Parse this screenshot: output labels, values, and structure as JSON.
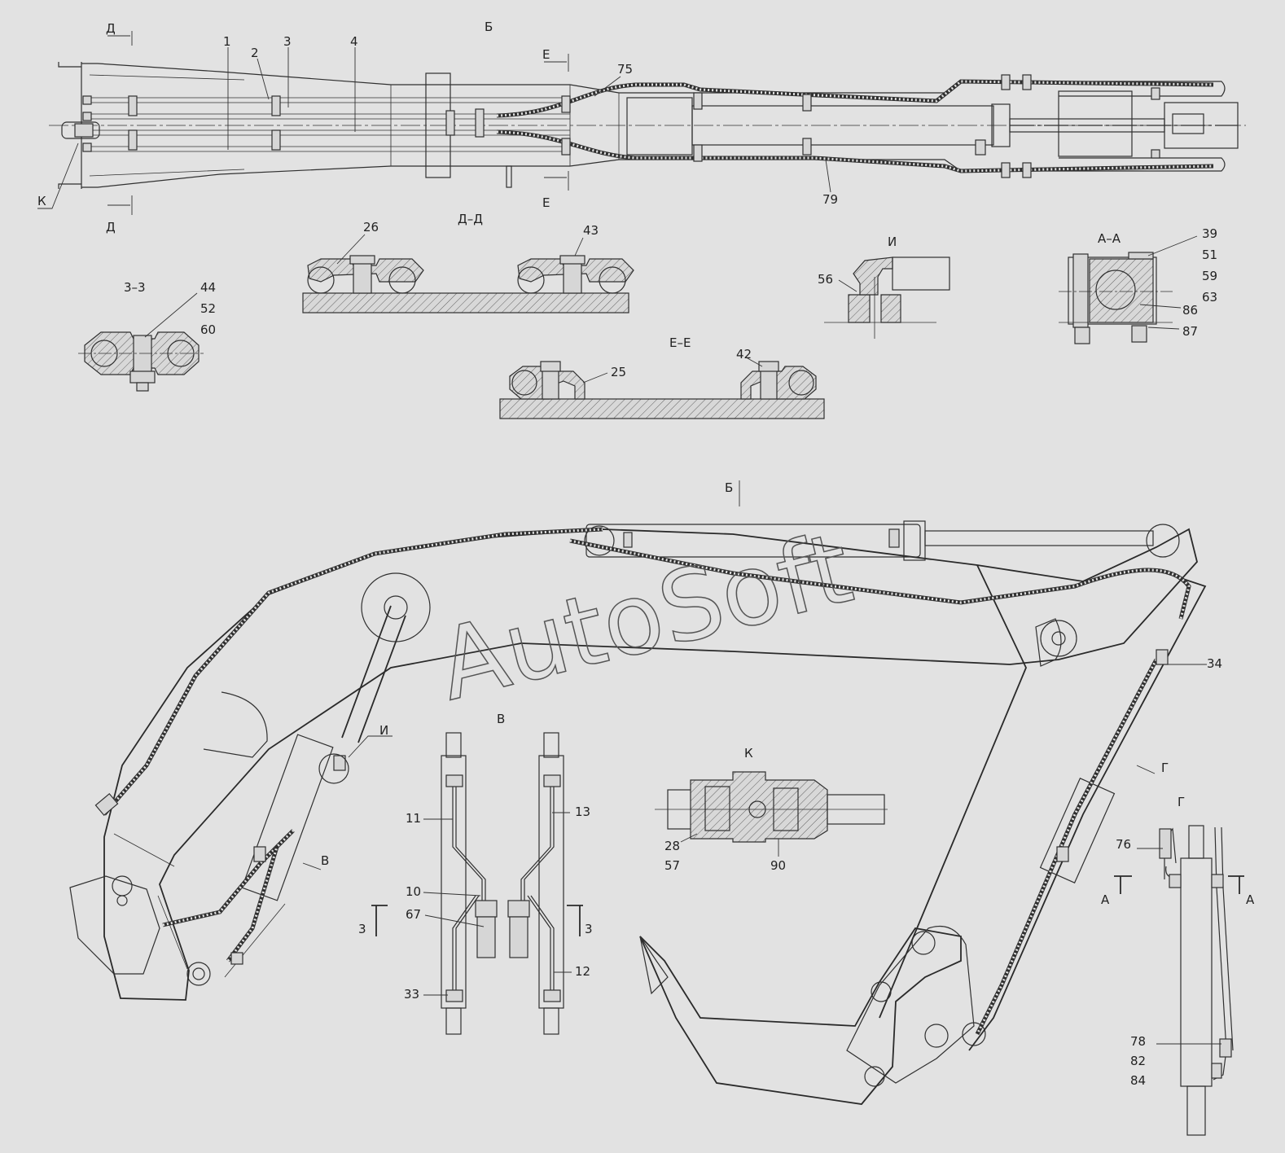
{
  "watermark": "AutoSoft",
  "views": {
    "view_b": "Б",
    "section_dd": "Д–Д",
    "section_ee": "Е–Е",
    "section_33": "3–3",
    "view_i": "И",
    "section_aa": "А–А",
    "view_v": "В",
    "view_k": "К",
    "view_g": "Г"
  },
  "markers": {
    "d_top": "Д",
    "d_bottom": "Д",
    "e_top": "Е",
    "e_bottom": "Е",
    "k_callout": "К",
    "b_arrow": "Б",
    "i_callout": "И",
    "v_arrow": "В",
    "g_arrow": "Г",
    "three_left": "3",
    "three_right": "3",
    "a_left": "А",
    "a_right": "А"
  },
  "callouts": {
    "p1": "1",
    "p2": "2",
    "p3": "3",
    "p4": "4",
    "p75": "75",
    "p79": "79",
    "p26": "26",
    "p43": "43",
    "p56": "56",
    "p39": "39",
    "p51": "51",
    "p59": "59",
    "p63": "63",
    "p86": "86",
    "p87": "87",
    "p44": "44",
    "p52": "52",
    "p60": "60",
    "p25": "25",
    "p42": "42",
    "p34": "34",
    "p11": "11",
    "p13": "13",
    "p10": "10",
    "p67": "67",
    "p12": "12",
    "p33": "33",
    "p28": "28",
    "p57": "57",
    "p90": "90",
    "p76": "76",
    "p78": "78",
    "p82": "82",
    "p84": "84"
  }
}
